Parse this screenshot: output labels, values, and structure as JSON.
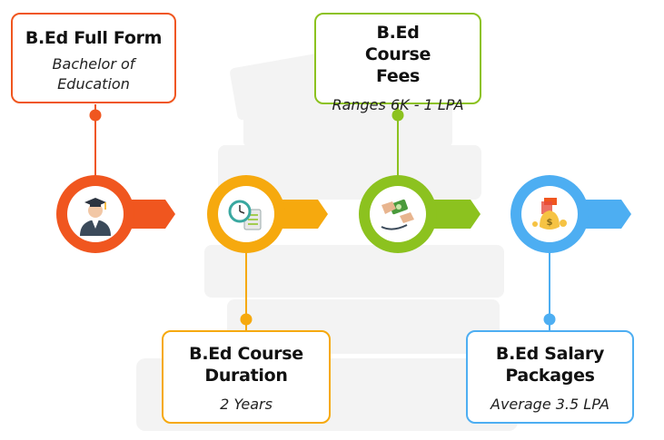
{
  "colors": {
    "orange": "#F0561F",
    "amber": "#F6A90E",
    "green": "#8CC21F",
    "blue": "#4DAEF2"
  },
  "stages": [
    {
      "title": "B.Ed Full Form",
      "value": "Bachelor of Education",
      "icon": "graduate-icon",
      "color": "#F0561F"
    },
    {
      "title": "B.Ed Course Duration",
      "value": "2 Years",
      "icon": "clock-checklist-icon",
      "color": "#F6A90E"
    },
    {
      "title": "B.Ed Course Fees",
      "value": "Ranges 6K - 1 LPA",
      "icon": "money-exchange-icon",
      "color": "#8CC21F"
    },
    {
      "title": "B.Ed Salary Packages",
      "value": "Average 3.5 LPA",
      "icon": "salary-icon",
      "color": "#4DAEF2"
    }
  ]
}
